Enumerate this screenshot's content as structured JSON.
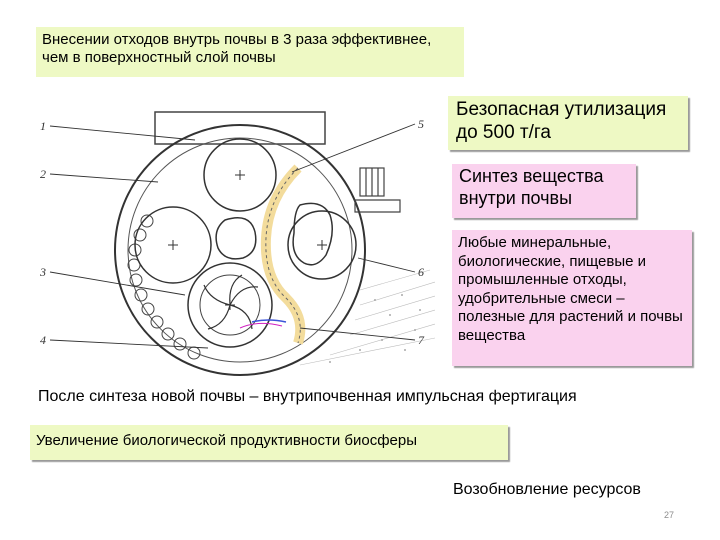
{
  "text": {
    "top_box": "Внесении отходов внутрь почвы в 3 раза эффективнее, чем в поверхностный слой почвы",
    "safe_box": "Безопасная утилизация до 500 т/га",
    "synthesis_box": "Синтез вещества внутри почвы",
    "waste_box": "Любые минеральные, биологические, пищевые и промышленные отходы, удобрительные смеси – полезные для растений и почвы вещества",
    "after_synthesis": "После синтеза новой почвы – внутрипочвенная импульсная фертигация",
    "bio_box": "Увеличение биологической продуктивности биосферы",
    "renewal": "Возобновление ресурсов",
    "page_number": "27"
  },
  "diagram": {
    "labels": [
      "1",
      "2",
      "3",
      "4",
      "5",
      "6",
      "7"
    ]
  },
  "colors": {
    "green_box": "#eef9c4",
    "pink_box": "#fad2ee",
    "center_channel": "#f3dc9c",
    "accent_blue": "#3c54d8",
    "accent_magenta": "#d020c0"
  }
}
